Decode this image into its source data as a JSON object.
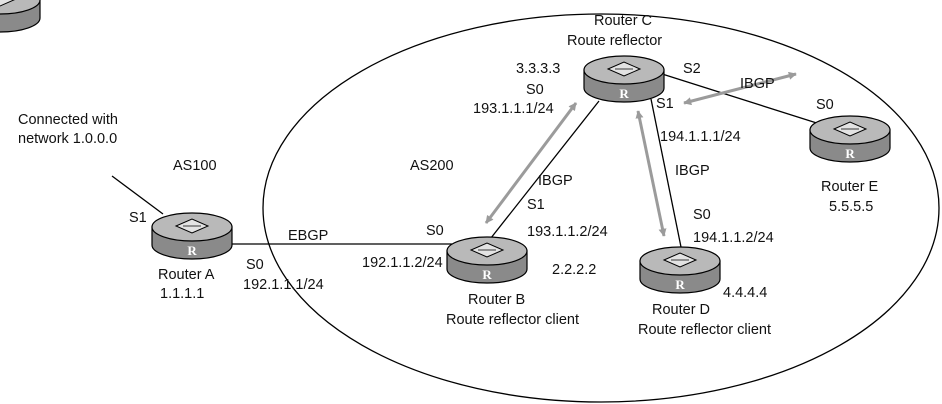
{
  "colors": {
    "line": "#000000",
    "arrow": "#9b9b9b",
    "router_body_light": "#d2d2d2",
    "router_body_dark": "#6b6b6b",
    "router_top": "#b9b9b9"
  },
  "router_icon_letter": "R",
  "as_labels": {
    "as100": "AS100",
    "as200": "AS200"
  },
  "external_network": {
    "line1": "Connected with",
    "line2": "network 1.0.0.0"
  },
  "links": {
    "ebgp": "EBGP",
    "ibgp_cb": "IBGP",
    "ibgp_cd": "IBGP",
    "ibgp_ce": "IBGP"
  },
  "routers": {
    "a": {
      "name": "Router A",
      "id": "1.1.1.1",
      "s1": "S1",
      "s0": "S0",
      "s0_ip": "192.1.1.1/24"
    },
    "b": {
      "name": "Router B",
      "role": "Route reflector client",
      "id": "2.2.2.2",
      "s0": "S0",
      "s0_ip": "192.1.1.2/24",
      "s1": "S1",
      "s1_ip": "193.1.1.2/24"
    },
    "c": {
      "name": "Router C",
      "role": "Route reflector",
      "id": "3.3.3.3",
      "s0": "S0",
      "s0_ip": "193.1.1.1/24",
      "s1": "S1",
      "s1_ip": "194.1.1.1/24",
      "s2": "S2"
    },
    "d": {
      "name": "Router D",
      "role": "Route reflector client",
      "id": "4.4.4.4",
      "s0": "S0",
      "s0_ip": "194.1.1.2/24"
    },
    "e": {
      "name": "Router E",
      "id": "5.5.5.5",
      "s0": "S0"
    }
  }
}
